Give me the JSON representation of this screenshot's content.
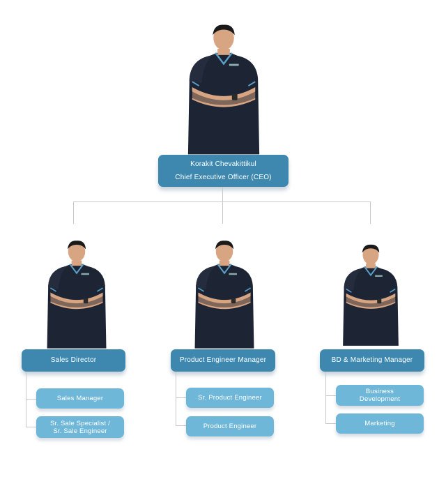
{
  "ceo": {
    "name": "Korakit Chevakittikul",
    "title": "Chief Executive Officer (CEO)"
  },
  "departments": [
    {
      "lead": "Sales Director",
      "members": [
        {
          "label": "Sales Manager"
        },
        {
          "line1": "Sr. Sale Specialist /",
          "line2": "Sr. Sale Engineer"
        }
      ]
    },
    {
      "lead": "Product Engineer Manager",
      "members": [
        {
          "label": "Sr. Product Engineer"
        },
        {
          "label": "Product Engineer"
        }
      ]
    },
    {
      "lead": "BD & Marketing Manager",
      "members": [
        {
          "line1": "Business",
          "line2": "Development"
        },
        {
          "label": "Marketing"
        }
      ]
    }
  ],
  "colors": {
    "lead_box": "#3e88b0",
    "sub_box": "#6fb7d9",
    "connector": "#c9c9c9",
    "shirt": "#1d2535"
  }
}
